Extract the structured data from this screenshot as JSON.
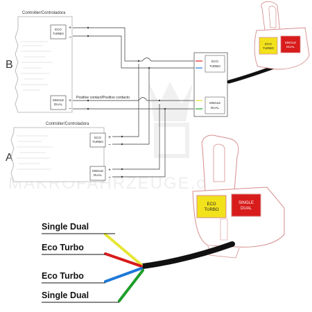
{
  "diagram": {
    "controller_b": {
      "title": "Controller/Controladora",
      "section_letter": "B",
      "eco_turbo_label": [
        "ECO",
        "TURBO"
      ],
      "single_dual_label": [
        "SINGLE",
        "DUAL"
      ],
      "positive_note": "Positive contact/Positivo contacto"
    },
    "controller_a": {
      "title": "Controller/Controladora",
      "section_letter": "A",
      "eco_turbo_label": [
        "ECO",
        "TURBO"
      ],
      "single_dual_label": [
        "SINGLE",
        "DUAL"
      ]
    },
    "terminals": {
      "plus": "+",
      "minus": "−"
    },
    "switch_box": {
      "eco_turbo_label": [
        "ECO",
        "TURBO"
      ],
      "single_dual_label": [
        "SINGLE",
        "DUAL"
      ]
    },
    "small_switch": {
      "button_1": [
        "ECO",
        "TURBO"
      ],
      "button_2": [
        "SINGLE",
        "DUAL"
      ]
    },
    "large_switch": {
      "button_1": [
        "ECO",
        "TURBO"
      ],
      "button_2": [
        "SINGLE",
        "DUAL"
      ]
    },
    "watermark": "MAKROFAHRZEUGE.com",
    "wire_legend": [
      {
        "label": "Single Dual",
        "color": "#e6e633"
      },
      {
        "label": "Eco Turbo",
        "color": "#d81b1b"
      },
      {
        "label": "Eco Turbo",
        "color": "#1e78d8"
      },
      {
        "label": "Single Dual",
        "color": "#1e9e2a"
      }
    ],
    "colors": {
      "yellow_button": "#f2e21c",
      "red_button": "#d81b1b",
      "outline": "#d68c8c",
      "cable": "#111111"
    }
  }
}
